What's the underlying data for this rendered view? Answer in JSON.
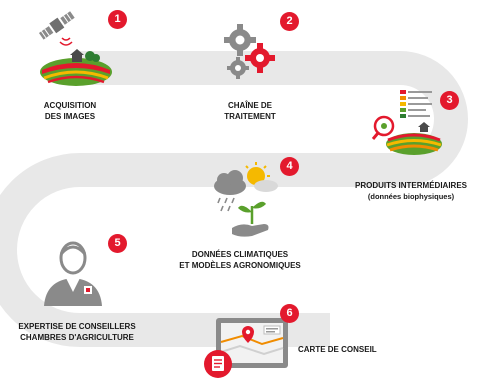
{
  "colors": {
    "track": "#e8e8e8",
    "badge": "#e3192d",
    "text": "#1a1a1a",
    "icon_gray": "#8a8a8a",
    "accent_red": "#e3192d",
    "green": "#5aa02c",
    "yellow": "#f5b900"
  },
  "steps": [
    {
      "number": "1",
      "line1": "ACQUISITION",
      "line2": "DES IMAGES",
      "icon": "satellite-field-icon"
    },
    {
      "number": "2",
      "line1": "CHAÎNE DE",
      "line2": "TRAITEMENT",
      "icon": "gears-icon"
    },
    {
      "number": "3",
      "line1": "PRODUITS INTERMÉDIAIRES",
      "line2": "(données biophysiques)",
      "icon": "data-map-icon"
    },
    {
      "number": "4",
      "line1": "DONNÉES CLIMATIQUES",
      "line2": "ET MODÈLES AGRONOMIQUES",
      "icon": "weather-plant-icon"
    },
    {
      "number": "5",
      "line1": "EXPERTISE DE CONSEILLERS",
      "line2": "CHAMBRES D'AGRICULTURE",
      "icon": "advisor-icon"
    },
    {
      "number": "6",
      "line1": "CARTE DE CONSEIL",
      "line2": "",
      "icon": "tablet-map-icon"
    }
  ]
}
